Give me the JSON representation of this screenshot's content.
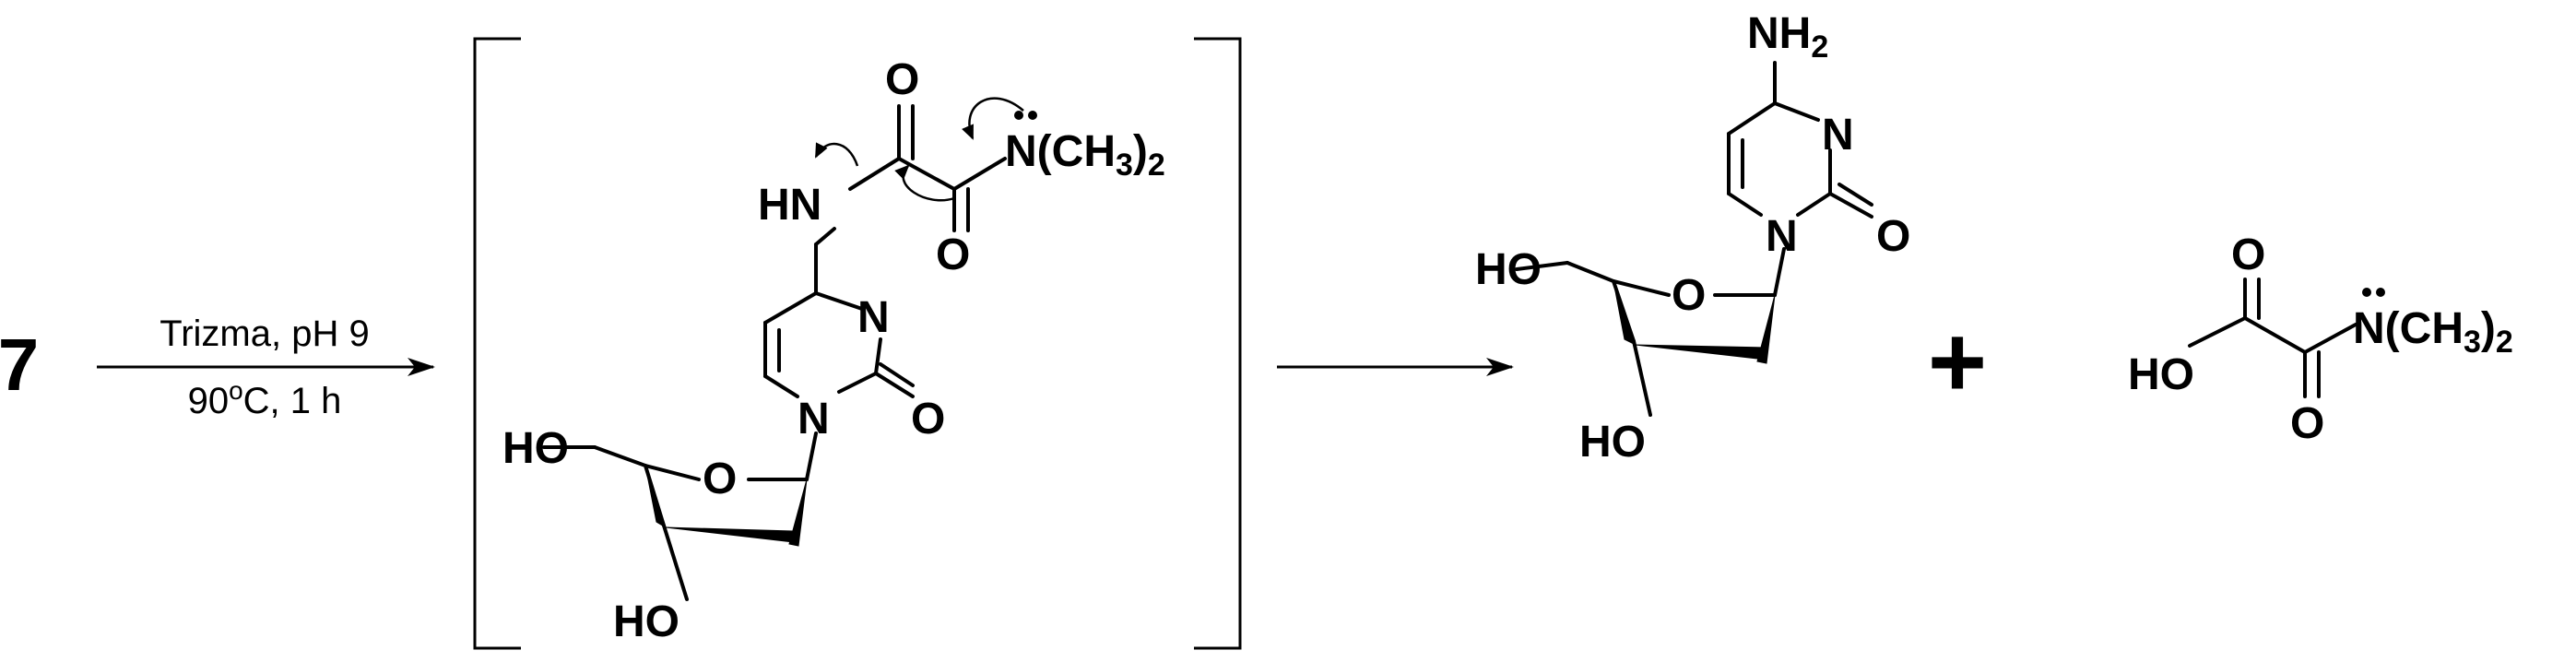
{
  "scheme": {
    "compound_label": "7",
    "conditions": {
      "above_arrow": "Trizma, pH 9",
      "below_arrow_prefix": "90",
      "below_arrow_sup": "o",
      "below_arrow_suffix": "C, 1 h"
    },
    "plus_sign": "+",
    "atoms": {
      "HO": "HO",
      "O": "O",
      "N": "N",
      "HN": "HN",
      "NH": "NH",
      "NMe2": "N(CH",
      "sub3": "3",
      "close": ")",
      "sub2": "2"
    }
  },
  "colors": {
    "ink": "#000000",
    "background": "#ffffff"
  }
}
